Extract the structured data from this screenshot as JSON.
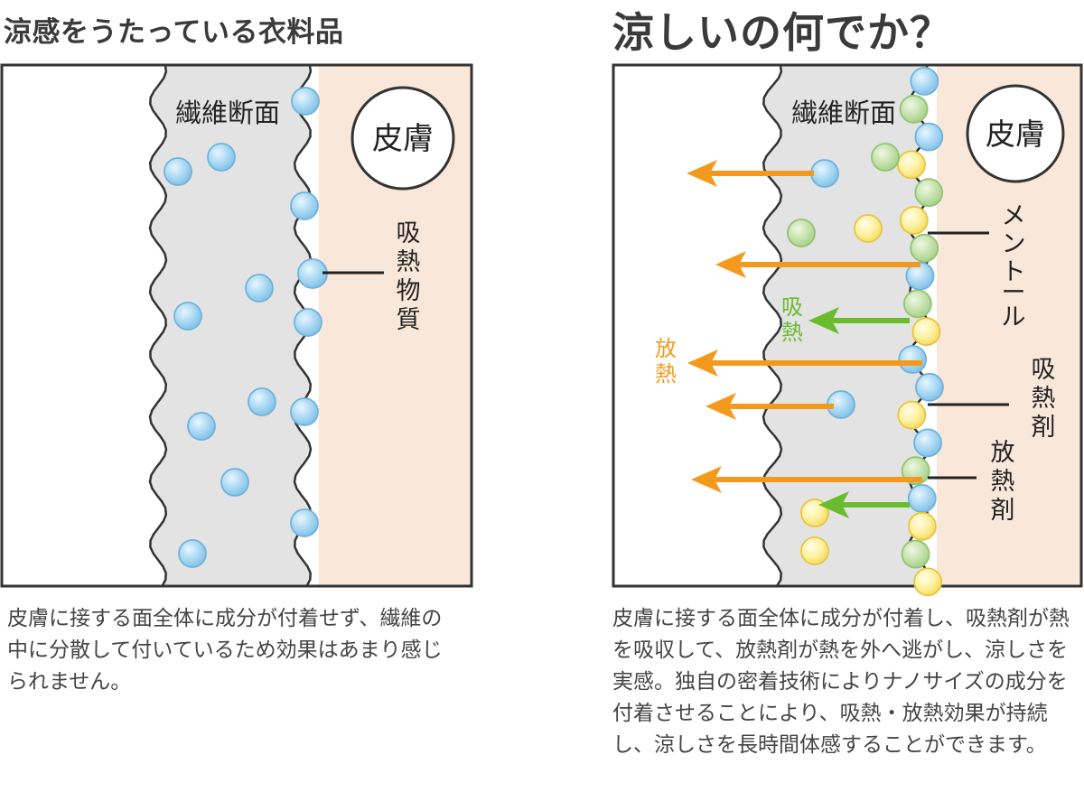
{
  "left": {
    "title": "涼感をうたっている衣料品",
    "fiber_label": "繊維断面",
    "skin_label": "皮膚",
    "absorber_label_chars": [
      "吸",
      "熱",
      "物",
      "質"
    ],
    "description": "皮膚に接する面全体に成分が付着せず、繊維の中に分散して付いているため効果はあまり感じられません。"
  },
  "right": {
    "title": "涼しいの何でか？",
    "fiber_label": "繊維断面",
    "skin_label": "皮膚",
    "menthol_label_chars": [
      "メ",
      "ン",
      "ト",
      "ー",
      "ル"
    ],
    "absorb_heat_chars": [
      "吸",
      "熱"
    ],
    "release_heat_chars": [
      "放",
      "熱"
    ],
    "absorber_chars": [
      "吸",
      "熱",
      "剤"
    ],
    "radiator_chars": [
      "放",
      "熱",
      "剤"
    ],
    "description": "皮膚に接する面全体に成分が付着し、吸熱剤が熱を吸収して、放熱剤が熱を外へ逃がし、涼しさを実感。独自の密着技術によりナノサイズの成分を付着させることにより、吸熱・放熱効果が持続し、涼しさを長時間体感することができます。"
  },
  "colors": {
    "frame": "#333333",
    "fiber": "#e3e3e3",
    "skin": "#f9e8da",
    "blue_particle": "#9ccfee",
    "green_particle": "#bfdfa4",
    "yellow_particle": "#fdf2a6",
    "arrow_release": "#f39a1e",
    "arrow_absorb": "#6bbb2e"
  }
}
